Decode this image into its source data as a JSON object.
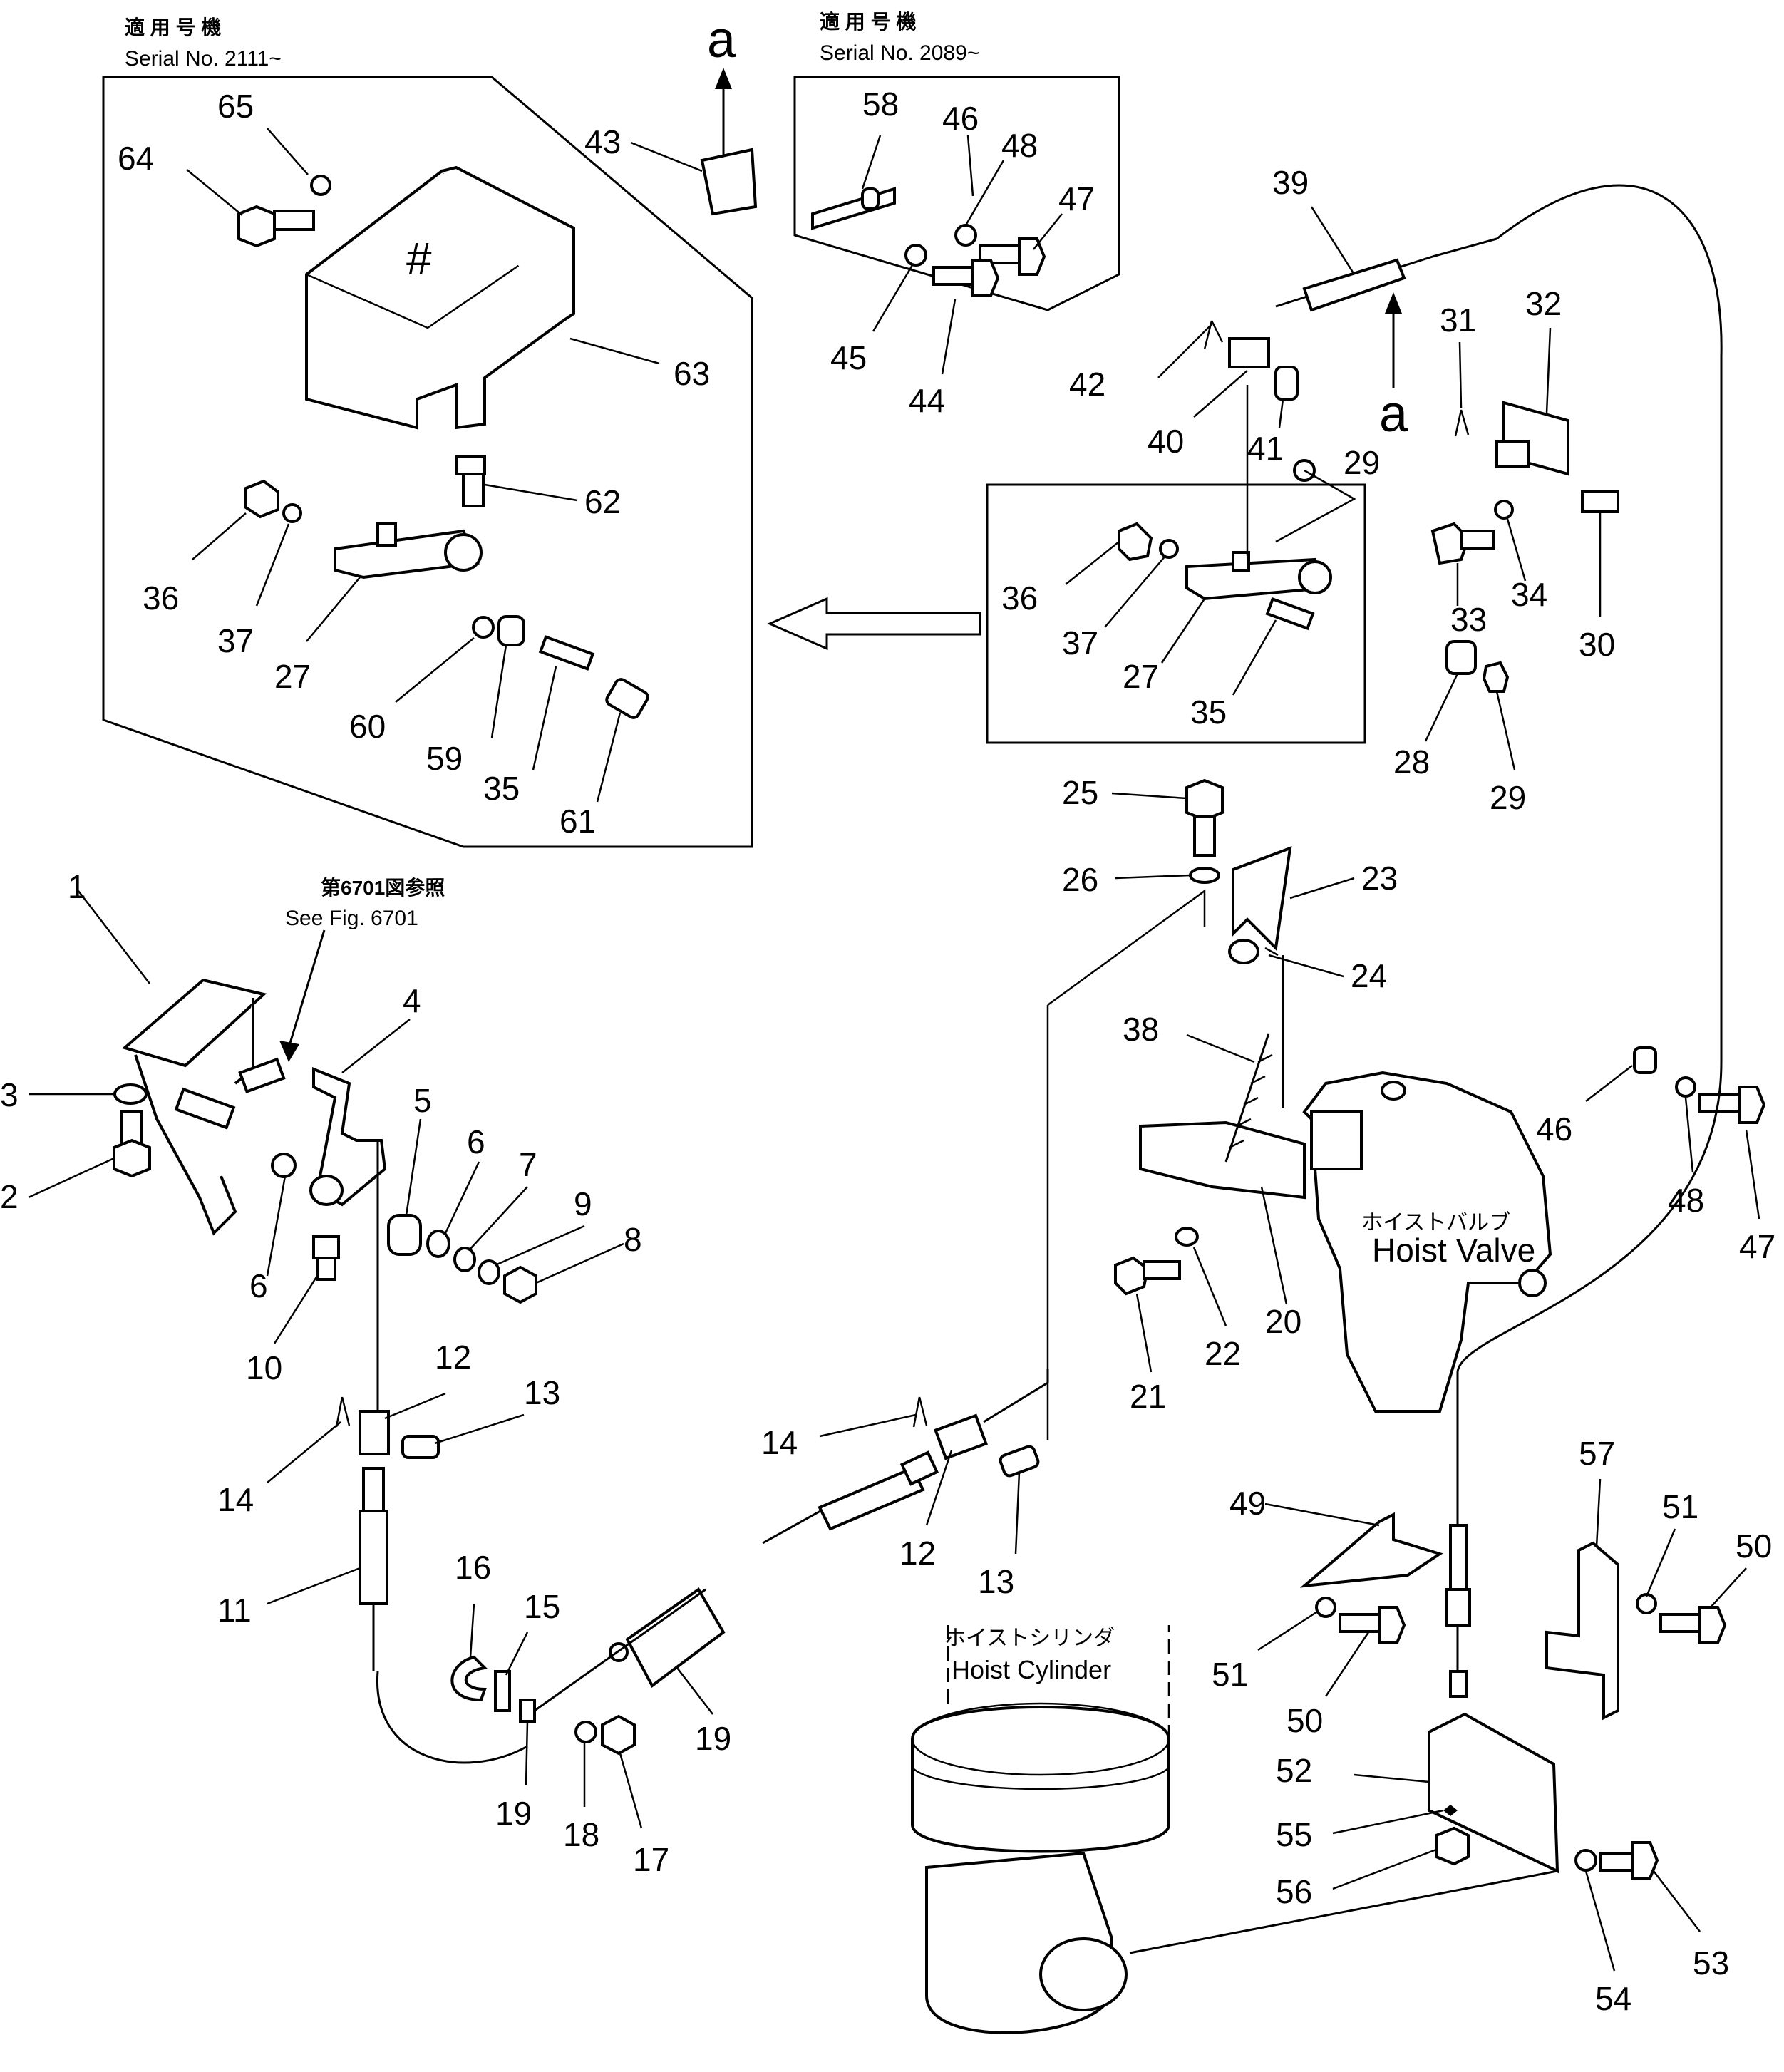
{
  "colors": {
    "ink": "#000000",
    "paper": "#ffffff"
  },
  "insets": {
    "left_top": {
      "jp": "適 用 号 機",
      "serial": "Serial No. 2111~"
    },
    "right_top": {
      "jp": "適 用 号 機",
      "serial": "Serial No. 2089~"
    }
  },
  "view_markers": {
    "letter": "a"
  },
  "reference": {
    "jp": "第6701図参照",
    "en": "See Fig. 6701"
  },
  "components": {
    "hoist_valve": {
      "jp": "ホイストバルブ",
      "en": "Hoist Valve"
    },
    "hoist_cylinder": {
      "jp": "ホイストシリンダ",
      "en": "Hoist Cylinder"
    },
    "cover_mark": "#"
  },
  "callouts": [
    "65",
    "64",
    "63",
    "62",
    "36",
    "37",
    "27",
    "60",
    "59",
    "35",
    "61",
    "43",
    "58",
    "46",
    "48",
    "47",
    "45",
    "44",
    "39",
    "42",
    "40",
    "41",
    "29",
    "31",
    "32",
    "36",
    "37",
    "27",
    "35",
    "33",
    "34",
    "30",
    "28",
    "29",
    "25",
    "26",
    "23",
    "24",
    "38",
    "21",
    "22",
    "20",
    "46",
    "48",
    "47",
    "1",
    "3",
    "2",
    "4",
    "5",
    "6",
    "7",
    "9",
    "8",
    "6",
    "10",
    "12",
    "13",
    "14",
    "11",
    "16",
    "15",
    "19",
    "18",
    "17",
    "19",
    "14",
    "12",
    "13",
    "49",
    "57",
    "51",
    "50",
    "51",
    "50",
    "52",
    "55",
    "56",
    "54",
    "53"
  ]
}
